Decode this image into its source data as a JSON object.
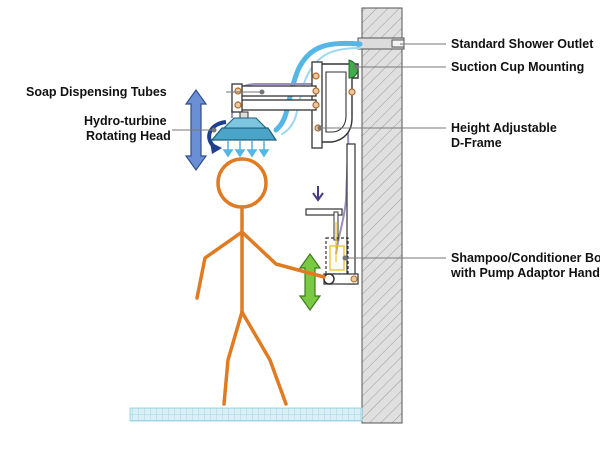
{
  "labels": {
    "shower_outlet": "Standard Shower Outlet",
    "suction_cup": "Suction Cup Mounting",
    "soap_tubes": "Soap Dispensing Tubes",
    "turbine_line1": "Hydro-turbine",
    "turbine_line2": "Rotating Head",
    "dframe_line1": "Height Adjustable",
    "dframe_line2": "D-Frame",
    "bottle_line1": "Shampoo/Conditioner Bottle",
    "bottle_line2": "with Pump Adaptor Handle"
  },
  "colors": {
    "wall_fill": "#e0e0e0",
    "wall_hatch": "#9a9a9a",
    "water_pipe": "#56b6e6",
    "soap_tube": "#9a8fbe",
    "frame": "#333333",
    "person": "#e07b22",
    "height_arrow": "#6b8fd4",
    "bottle_arrow": "#7ac943",
    "turbine_arrow": "#1f3f8f",
    "suction_cup": "#3fae49",
    "pump_arrow": "#4a3a80",
    "floor": "#bfe3ee",
    "bottle_dash": "#333333",
    "bottle_inner": "#f2c230"
  }
}
